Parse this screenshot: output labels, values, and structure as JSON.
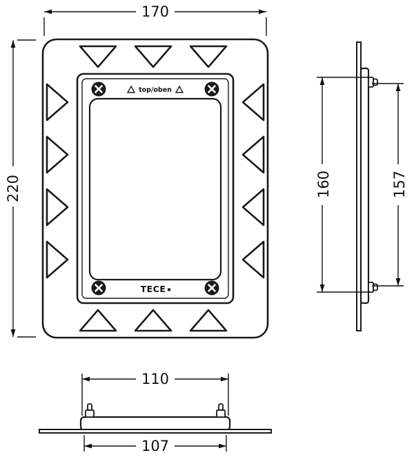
{
  "dimensions": {
    "front_width": "170",
    "front_height": "220",
    "side_pin_span_outer": "160",
    "side_pin_span_inner": "157",
    "bottom_width_outer": "110",
    "bottom_width_inner": "107"
  },
  "labels": {
    "orientation": "top/oben",
    "brand": "TECE"
  }
}
